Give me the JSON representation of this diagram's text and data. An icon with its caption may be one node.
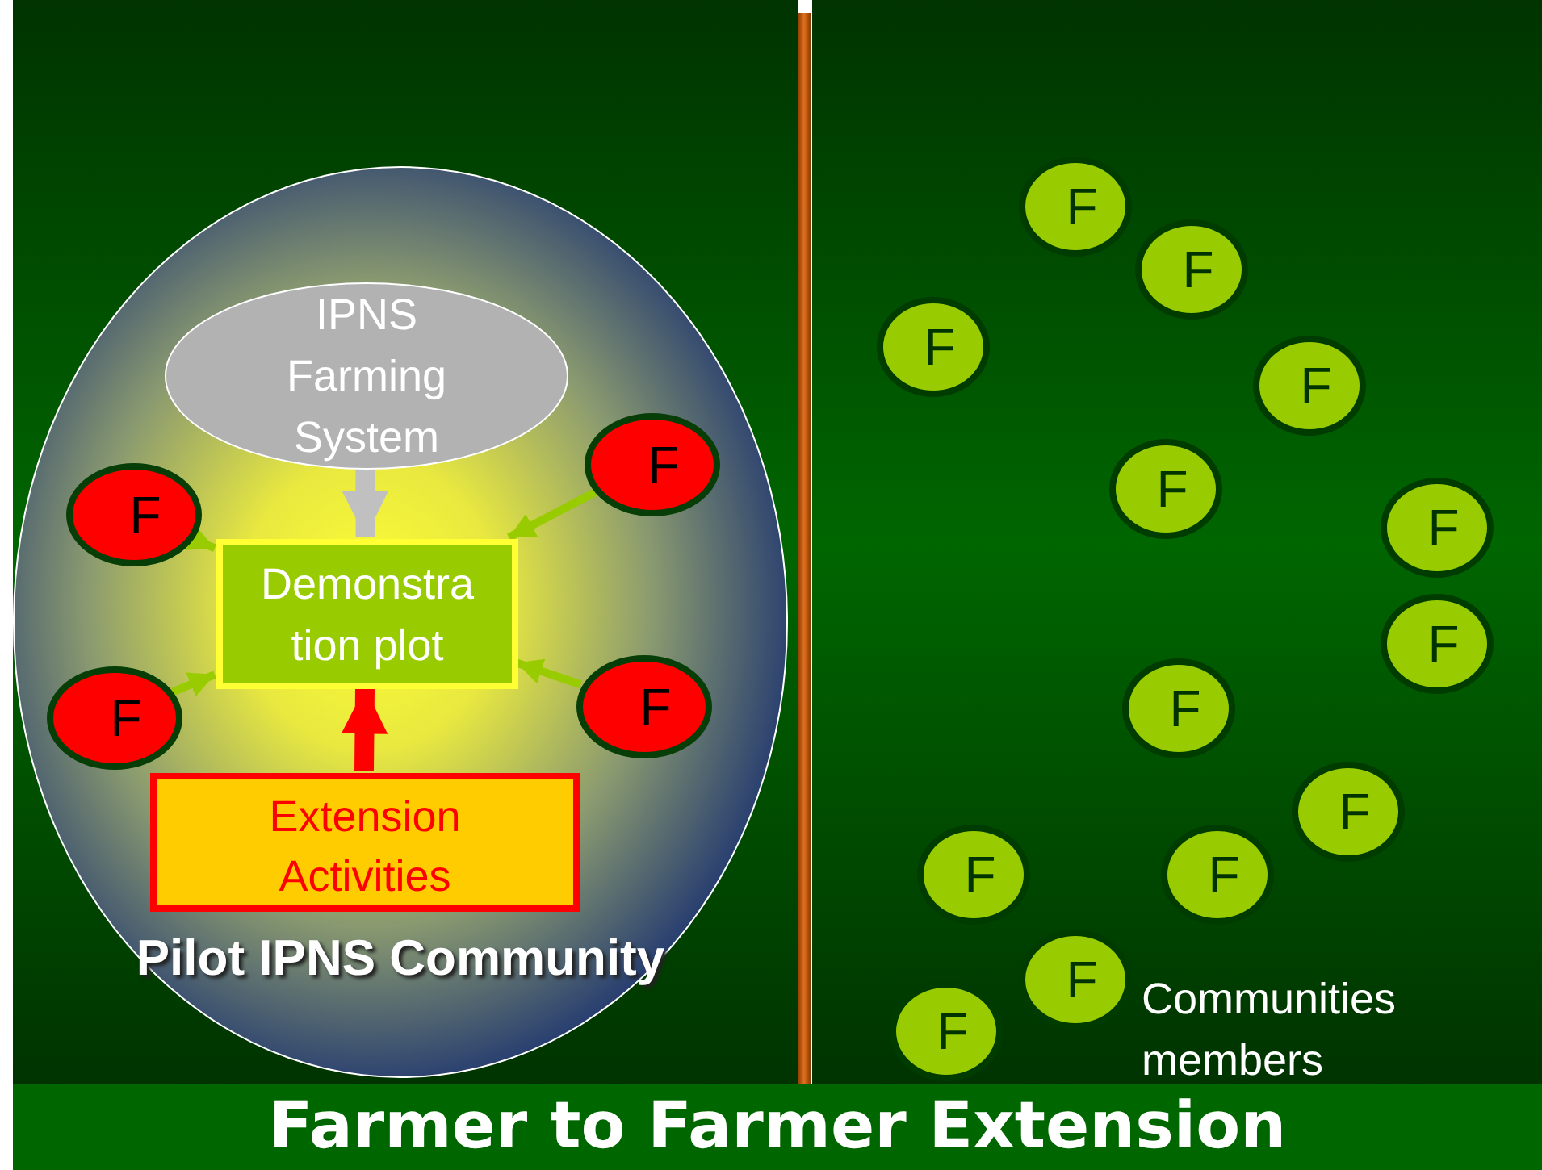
{
  "diagram": {
    "title": "Farmer to Farmer Extension",
    "nodes": [
      {
        "text": [
          "Pilot IPNS Community"
        ]
      },
      {
        "text": [
          "IPNS Farming System"
        ],
        "in": 0
      },
      {
        "text": [
          "F"
        ],
        "in": 0
      },
      {
        "text": [
          "F"
        ],
        "in": 0
      },
      {
        "text": [
          "Demonstra tion plot"
        ],
        "in": 0
      },
      {
        "text": [
          "F"
        ],
        "in": 0
      },
      {
        "text": [
          "F"
        ],
        "in": 0
      },
      {
        "text": [
          "Extension Activities"
        ],
        "in": 0
      },
      {
        "text": [
          "F"
        ]
      },
      {
        "text": [
          "F"
        ]
      },
      {
        "text": [
          "F"
        ]
      },
      {
        "text": [
          "F"
        ]
      },
      {
        "text": [
          "F"
        ]
      },
      {
        "text": [
          "F"
        ]
      },
      {
        "text": [
          "F"
        ]
      },
      {
        "text": [
          "F"
        ]
      },
      {
        "text": [
          "F"
        ]
      },
      {
        "text": [
          "F"
        ]
      },
      {
        "text": [
          "F"
        ]
      },
      {
        "text": [
          "F"
        ]
      },
      {
        "text": [
          "F"
        ]
      }
    ],
    "edges": [
      {
        "from": 1,
        "to": 4,
        "arrow": "to",
        "style": "thick",
        "color": "#c0c0c0"
      },
      {
        "from": 2,
        "to": 4,
        "arrow": "to"
      },
      {
        "from": 3,
        "to": 4,
        "arrow": "to"
      },
      {
        "from": 5,
        "to": 4,
        "arrow": "to"
      },
      {
        "from": 6,
        "to": 4,
        "arrow": "to"
      },
      {
        "from": 7,
        "to": 4,
        "arrow": "to",
        "style": "thick",
        "color": "#ff0000"
      }
    ],
    "labels": [
      "Communities members"
    ]
  }
}
